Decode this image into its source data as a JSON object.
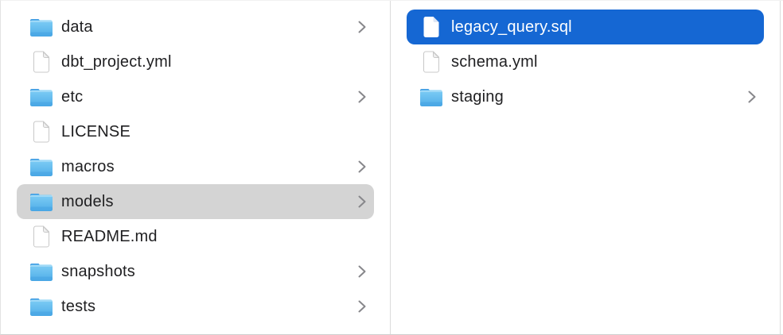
{
  "window": {
    "kind": "finder-column-view"
  },
  "colors": {
    "selection_accent": "#1567d3",
    "selection_inactive": "#d4d4d4",
    "text": "#1f1f21",
    "selected_text": "#ffffff",
    "folder_blue_top": "#7ecdf5",
    "folder_blue_bottom": "#4fade8",
    "folder_tab_blue": "#3f9be2",
    "chevron_gray": "#87878b",
    "divider_gray": "#dcdcdc"
  },
  "icons": {
    "folder": "folder-icon",
    "file": "file-icon",
    "chevron": "chevron-right-icon"
  },
  "columns": [
    {
      "name": "column-parent",
      "items": [
        {
          "label": "data",
          "type": "folder",
          "chevron": true,
          "selected": null
        },
        {
          "label": "dbt_project.yml",
          "type": "file",
          "chevron": false,
          "selected": null
        },
        {
          "label": "etc",
          "type": "folder",
          "chevron": true,
          "selected": null
        },
        {
          "label": "LICENSE",
          "type": "file",
          "chevron": false,
          "selected": null
        },
        {
          "label": "macros",
          "type": "folder",
          "chevron": true,
          "selected": null
        },
        {
          "label": "models",
          "type": "folder",
          "chevron": true,
          "selected": "secondary"
        },
        {
          "label": "README.md",
          "type": "file",
          "chevron": false,
          "selected": null
        },
        {
          "label": "snapshots",
          "type": "folder",
          "chevron": true,
          "selected": null
        },
        {
          "label": "tests",
          "type": "folder",
          "chevron": true,
          "selected": null
        }
      ]
    },
    {
      "name": "column-models",
      "items": [
        {
          "label": "legacy_query.sql",
          "type": "file",
          "chevron": false,
          "selected": "primary"
        },
        {
          "label": "schema.yml",
          "type": "file",
          "chevron": false,
          "selected": null
        },
        {
          "label": "staging",
          "type": "folder",
          "chevron": true,
          "selected": null
        }
      ]
    }
  ]
}
